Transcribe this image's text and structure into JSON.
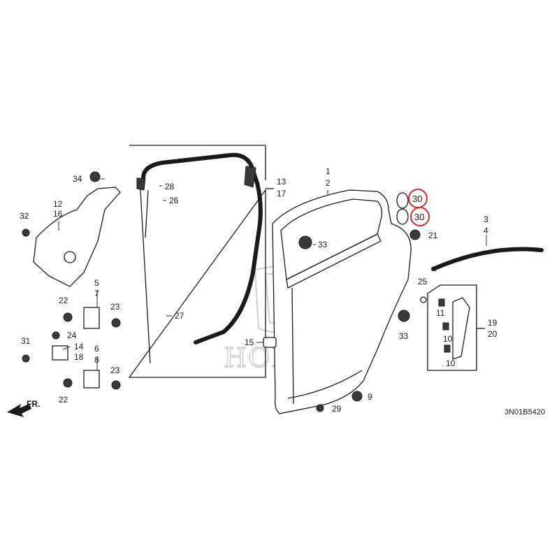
{
  "diagram": {
    "reference_code": "3N01B5420",
    "watermark": "HONDA",
    "direction_label": "FR.",
    "highlight_color": "#d42a2a",
    "callouts": {
      "p1": "1",
      "p2": "2",
      "p3": "3",
      "p4": "4",
      "p5": "5",
      "p6": "6",
      "p7": "7",
      "p8": "8",
      "p9": "9",
      "p10a": "10",
      "p10b": "10",
      "p11": "11",
      "p12": "12",
      "p13": "13",
      "p14": "14",
      "p15": "15",
      "p16": "16",
      "p17": "17",
      "p18": "18",
      "p19": "19",
      "p20": "20",
      "p21": "21",
      "p22a": "22",
      "p22b": "22",
      "p23a": "23",
      "p23b": "23",
      "p24": "24",
      "p25": "25",
      "p26": "26",
      "p27": "27",
      "p28": "28",
      "p29": "29",
      "p30a": "30",
      "p30b": "30",
      "p31": "31",
      "p32": "32",
      "p33a": "33",
      "p33b": "33",
      "p34": "34"
    }
  }
}
